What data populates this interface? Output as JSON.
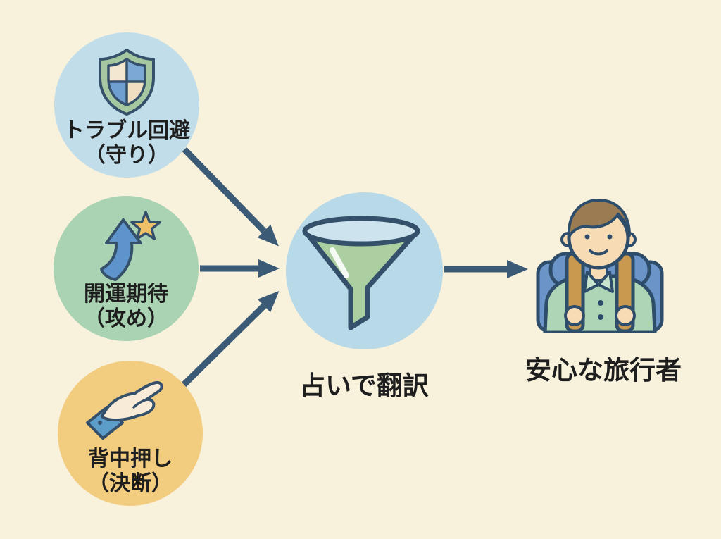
{
  "diagram": {
    "background_color": "#f8f1dc",
    "arrow_color": "#3a5a76",
    "text_color": "#1e1e1e",
    "nodes": {
      "trouble": {
        "label_line1": "トラブル回避",
        "label_line2": "（守り）",
        "fill": "#c0dde9",
        "icon": "shield-icon"
      },
      "luck": {
        "label_line1": "開運期待",
        "label_line2": "（攻め）",
        "fill": "#a9d3b2",
        "icon": "rising-arrow-star-icon"
      },
      "push": {
        "label_line1": "背中押し",
        "label_line2": "（決断）",
        "fill": "#f2cd80",
        "icon": "giving-hand-icon"
      },
      "funnel": {
        "label": "占いで翻訳",
        "fill": "#b7d9e8",
        "icon": "funnel-icon"
      },
      "traveler": {
        "label": "安心な旅行者",
        "icon": "traveler-icon"
      }
    },
    "edges": [
      {
        "from": "trouble",
        "to": "funnel"
      },
      {
        "from": "luck",
        "to": "funnel"
      },
      {
        "from": "push",
        "to": "funnel"
      },
      {
        "from": "funnel",
        "to": "traveler"
      }
    ]
  }
}
